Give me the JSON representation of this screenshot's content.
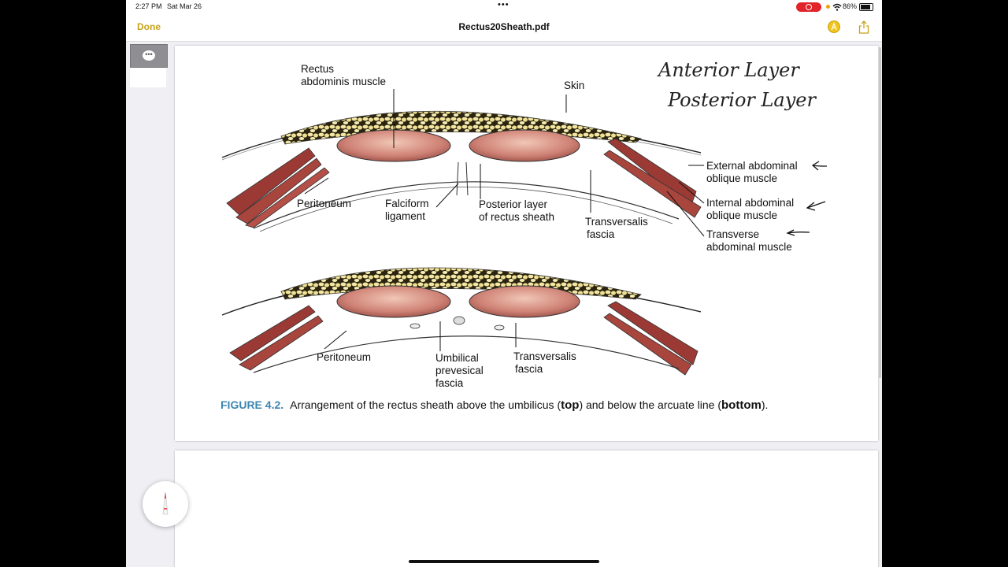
{
  "status_bar": {
    "time": "2:27 PM",
    "date": "Sat Mar 26",
    "battery": "86%"
  },
  "nav": {
    "done_label": "Done",
    "title": "Rectus20Sheath.pdf"
  },
  "figure": {
    "top_labels": {
      "rectus_1": "Rectus",
      "rectus_2": "abdominis muscle",
      "skin": "Skin",
      "external_1": "External abdominal",
      "external_2": "oblique muscle",
      "internal_1": "Internal abdominal",
      "internal_2": "oblique muscle",
      "transverse_1": "Transverse",
      "transverse_2": "abdominal muscle",
      "peritoneum": "Peritoneum",
      "falciform_1": "Falciform",
      "falciform_2": "ligament",
      "posterior_1": "Posterior layer",
      "posterior_2": "of rectus sheath",
      "transversalis_1": "Transversalis",
      "transversalis_2": "fascia"
    },
    "bottom_labels": {
      "peritoneum": "Peritoneum",
      "umbilical_1": "Umbilical",
      "umbilical_2": "prevesical",
      "umbilical_3": "fascia",
      "transversalis_1": "Transversalis",
      "transversalis_2": "fascia"
    },
    "caption": {
      "figure_number": "FIGURE 4.2.",
      "text_1": "Arrangement of the rectus sheath above the umbilicus (",
      "bold_1": "top",
      "text_2": ") and below the arcuate line (",
      "bold_2": "bottom",
      "text_3": ")."
    }
  },
  "handwriting": {
    "line_1": "Anterior Layer",
    "line_2": "Posterior Layer"
  }
}
